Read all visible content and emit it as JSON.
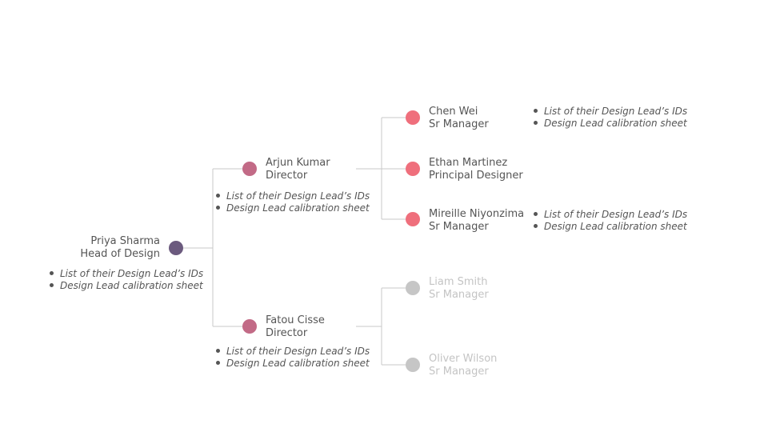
{
  "note_items": [
    "List of their Design Lead’s IDs",
    "Design Lead calibration sheet"
  ],
  "root": {
    "name": "Priya Sharma",
    "title": "Head of Design"
  },
  "directors": [
    {
      "name": "Arjun Kumar",
      "title": "Director"
    },
    {
      "name": "Fatou Cisse",
      "title": "Director"
    }
  ],
  "arjun_reports": [
    {
      "name": "Chen Wei",
      "title": "Sr Manager"
    },
    {
      "name": "Ethan Martinez",
      "title": "Principal Designer"
    },
    {
      "name": "Mireille Niyonzima",
      "title": "Sr Manager"
    }
  ],
  "fatou_reports": [
    {
      "name": "Liam Smith",
      "title": "Sr Manager"
    },
    {
      "name": "Oliver Wilson",
      "title": "Sr Manager"
    }
  ],
  "colors": {
    "root_node": "#6b5a7e",
    "director_node": "#c26a86",
    "manager_node": "#ef6f7c",
    "inactive_node": "#c6c6c6",
    "connector": "#c8c8c8",
    "text": "#555555",
    "inactive_text": "#c4c4c4"
  }
}
